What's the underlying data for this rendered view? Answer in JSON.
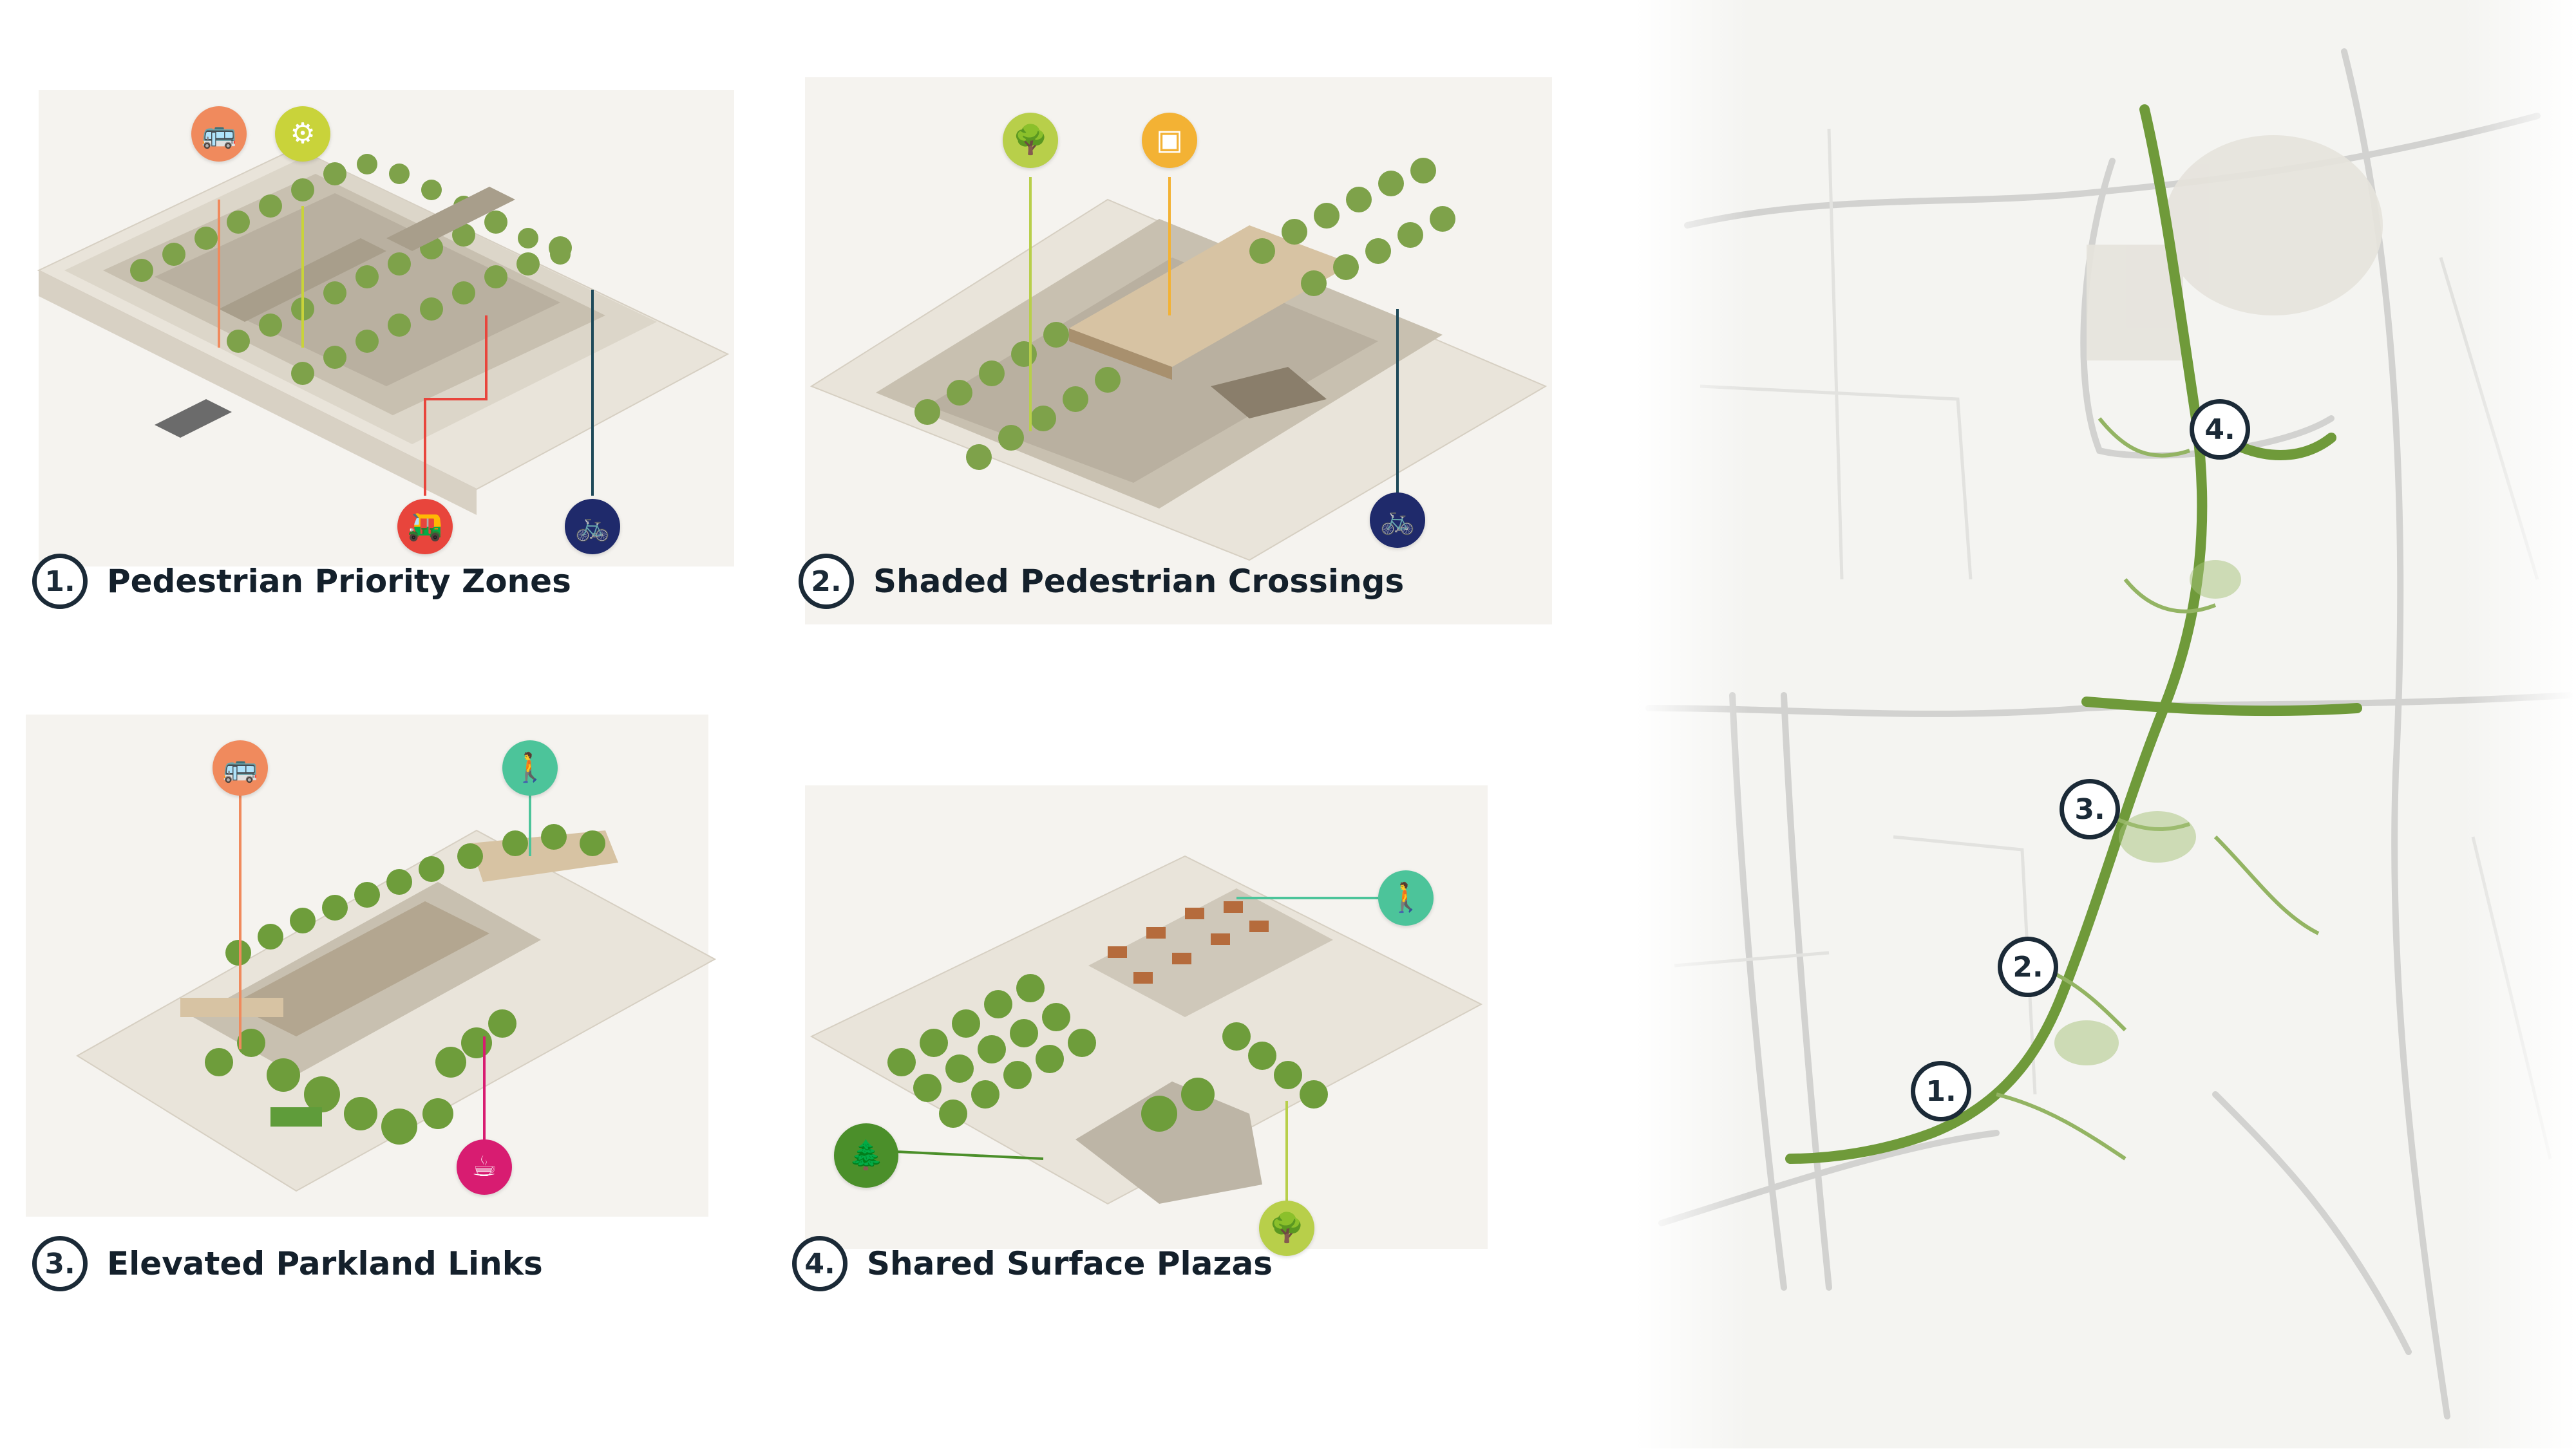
{
  "panels": [
    {
      "number": "1.",
      "title": "Pedestrian Priority Zones",
      "icons": [
        {
          "name": "bus-icon",
          "color": "#f08a5d",
          "glyph": "🚌"
        },
        {
          "name": "ticket-machine-icon",
          "color": "#c9d33a",
          "glyph": "⚙"
        },
        {
          "name": "golf-cart-icon",
          "color": "#e8453c",
          "glyph": "🛺"
        },
        {
          "name": "bicycle-icon",
          "color": "#1f2a6b",
          "glyph": "🚲"
        }
      ]
    },
    {
      "number": "2.",
      "title": "Shaded Pedestrian Crossings",
      "icons": [
        {
          "name": "trees-icon",
          "color": "#b8cf4a",
          "glyph": "🌳"
        },
        {
          "name": "kiosk-icon",
          "color": "#f3b234",
          "glyph": "▣"
        },
        {
          "name": "bicycle-icon",
          "color": "#1f2a6b",
          "glyph": "🚲"
        }
      ]
    },
    {
      "number": "3.",
      "title": "Elevated Parkland Links",
      "icons": [
        {
          "name": "bus-icon",
          "color": "#f08a5d",
          "glyph": "🚌"
        },
        {
          "name": "bus-stop-pedestrian-icon",
          "color": "#4cc49a",
          "glyph": "🚶"
        },
        {
          "name": "cafe-cup-icon",
          "color": "#d81c71",
          "glyph": "☕"
        }
      ]
    },
    {
      "number": "4.",
      "title": "Shared Surface Plazas",
      "icons": [
        {
          "name": "bus-stop-pedestrian-icon",
          "color": "#4cc49a",
          "glyph": "🚶"
        },
        {
          "name": "park-tree-icon",
          "color": "#4b8f2a",
          "glyph": "🌲"
        },
        {
          "name": "trees-icon",
          "color": "#b8cf4a",
          "glyph": "🌳"
        }
      ]
    }
  ],
  "map": {
    "markers": [
      "1.",
      "2.",
      "3.",
      "4."
    ],
    "route_color": "#6f9a3a",
    "road_color": "#c9c9c9"
  }
}
